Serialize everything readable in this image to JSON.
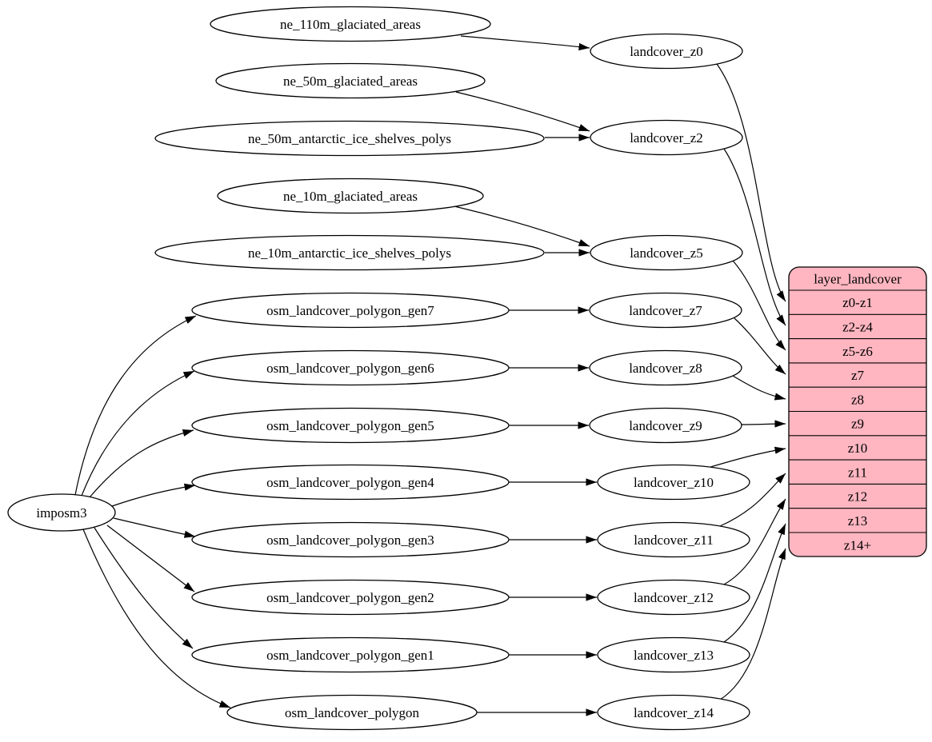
{
  "diagram": {
    "kind": "etl-dependency-graph",
    "background": "#ffffff",
    "node_fill": "#ffffff",
    "node_stroke": "#000000",
    "edge_color": "#000000",
    "record_fill": "#ffb6c1",
    "nodes": {
      "imposm3": "imposm3",
      "ne_110m_glaciated_areas": "ne_110m_glaciated_areas",
      "ne_50m_glaciated_areas": "ne_50m_glaciated_areas",
      "ne_50m_antarctic_ice_shelves_polys": "ne_50m_antarctic_ice_shelves_polys",
      "ne_10m_glaciated_areas": "ne_10m_glaciated_areas",
      "ne_10m_antarctic_ice_shelves_polys": "ne_10m_antarctic_ice_shelves_polys",
      "osm_landcover_polygon_gen7": "osm_landcover_polygon_gen7",
      "osm_landcover_polygon_gen6": "osm_landcover_polygon_gen6",
      "osm_landcover_polygon_gen5": "osm_landcover_polygon_gen5",
      "osm_landcover_polygon_gen4": "osm_landcover_polygon_gen4",
      "osm_landcover_polygon_gen3": "osm_landcover_polygon_gen3",
      "osm_landcover_polygon_gen2": "osm_landcover_polygon_gen2",
      "osm_landcover_polygon_gen1": "osm_landcover_polygon_gen1",
      "osm_landcover_polygon": "osm_landcover_polygon",
      "landcover_z0": "landcover_z0",
      "landcover_z2": "landcover_z2",
      "landcover_z5": "landcover_z5",
      "landcover_z7": "landcover_z7",
      "landcover_z8": "landcover_z8",
      "landcover_z9": "landcover_z9",
      "landcover_z10": "landcover_z10",
      "landcover_z11": "landcover_z11",
      "landcover_z12": "landcover_z12",
      "landcover_z13": "landcover_z13",
      "landcover_z14": "landcover_z14"
    },
    "record": {
      "title": "layer_landcover",
      "rows": [
        "z0-z1",
        "z2-z4",
        "z5-z6",
        "z7",
        "z8",
        "z9",
        "z10",
        "z11",
        "z12",
        "z13",
        "z14+"
      ]
    },
    "edges": [
      [
        "ne_110m_glaciated_areas",
        "landcover_z0"
      ],
      [
        "ne_50m_glaciated_areas",
        "landcover_z2"
      ],
      [
        "ne_50m_antarctic_ice_shelves_polys",
        "landcover_z2"
      ],
      [
        "ne_10m_glaciated_areas",
        "landcover_z5"
      ],
      [
        "ne_10m_antarctic_ice_shelves_polys",
        "landcover_z5"
      ],
      [
        "imposm3",
        "osm_landcover_polygon_gen7"
      ],
      [
        "imposm3",
        "osm_landcover_polygon_gen6"
      ],
      [
        "imposm3",
        "osm_landcover_polygon_gen5"
      ],
      [
        "imposm3",
        "osm_landcover_polygon_gen4"
      ],
      [
        "imposm3",
        "osm_landcover_polygon_gen3"
      ],
      [
        "imposm3",
        "osm_landcover_polygon_gen2"
      ],
      [
        "imposm3",
        "osm_landcover_polygon_gen1"
      ],
      [
        "imposm3",
        "osm_landcover_polygon"
      ],
      [
        "osm_landcover_polygon_gen7",
        "landcover_z7"
      ],
      [
        "osm_landcover_polygon_gen6",
        "landcover_z8"
      ],
      [
        "osm_landcover_polygon_gen5",
        "landcover_z9"
      ],
      [
        "osm_landcover_polygon_gen4",
        "landcover_z10"
      ],
      [
        "osm_landcover_polygon_gen3",
        "landcover_z11"
      ],
      [
        "osm_landcover_polygon_gen2",
        "landcover_z12"
      ],
      [
        "osm_landcover_polygon_gen1",
        "landcover_z13"
      ],
      [
        "osm_landcover_polygon",
        "landcover_z14"
      ],
      [
        "landcover_z0",
        "layer_landcover:z0-z1"
      ],
      [
        "landcover_z2",
        "layer_landcover:z2-z4"
      ],
      [
        "landcover_z5",
        "layer_landcover:z5-z6"
      ],
      [
        "landcover_z7",
        "layer_landcover:z7"
      ],
      [
        "landcover_z8",
        "layer_landcover:z8"
      ],
      [
        "landcover_z9",
        "layer_landcover:z9"
      ],
      [
        "landcover_z10",
        "layer_landcover:z10"
      ],
      [
        "landcover_z11",
        "layer_landcover:z11"
      ],
      [
        "landcover_z12",
        "layer_landcover:z12"
      ],
      [
        "landcover_z13",
        "layer_landcover:z13"
      ],
      [
        "landcover_z14",
        "layer_landcover:z14+"
      ]
    ]
  }
}
